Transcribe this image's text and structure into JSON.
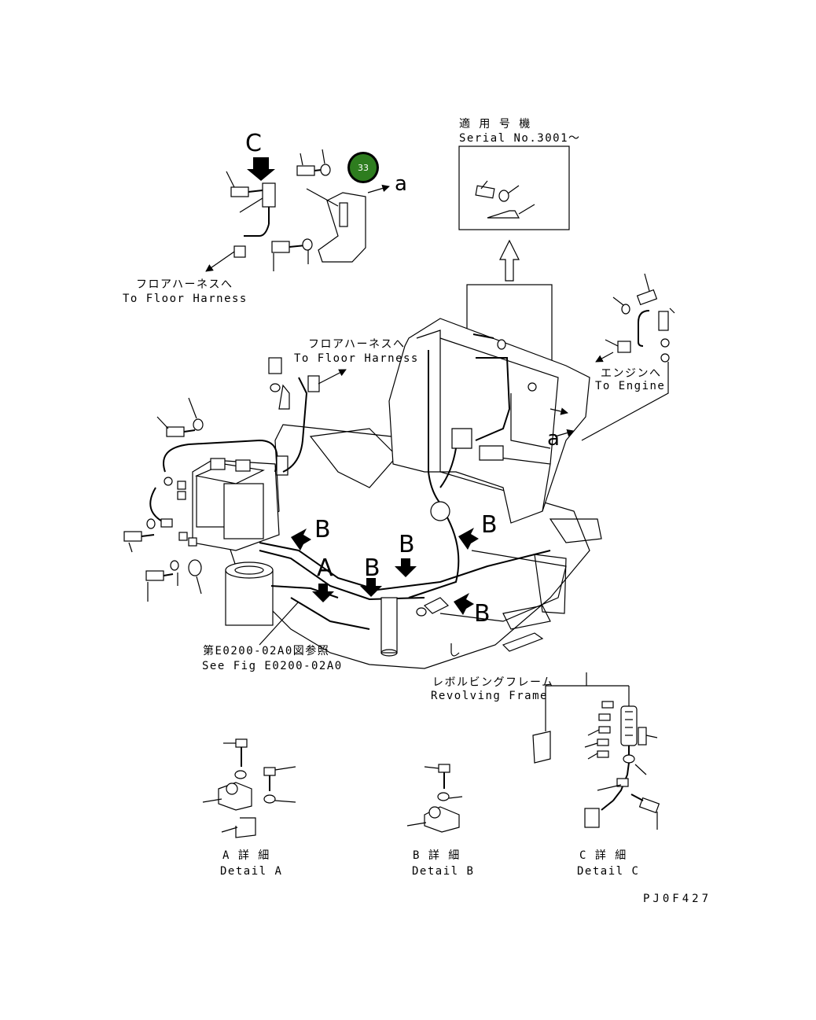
{
  "callout_badge": {
    "number": "33",
    "color": "#2e7d1f"
  },
  "serial_box": {
    "jp": "適 用 号 機",
    "en": "Serial No.3001〜"
  },
  "labels": {
    "to_floor_harness_top_jp": "フロアハーネスへ",
    "to_floor_harness_top_en": "To Floor Harness",
    "to_floor_harness_mid_jp": "フロアハーネスへ",
    "to_floor_harness_mid_en": "To Floor Harness",
    "to_engine_jp": "エンジンへ",
    "to_engine_en": "To Engine",
    "see_fig_jp": "第E0200-02A0図参照",
    "see_fig_en": "See Fig E0200-02A0",
    "revolving_frame_jp": "レボルビングフレーム",
    "revolving_frame_en": "Revolving Frame"
  },
  "view_letters": {
    "c": "C",
    "a_top": "a",
    "a_mid": "a",
    "b1": "B",
    "b2": "B",
    "b3": "B",
    "b4": "B",
    "b5": "B",
    "a_view": "A"
  },
  "details": {
    "a_jp": "A 詳 細",
    "a_en": "Detail A",
    "b_jp": "B 詳 細",
    "b_en": "Detail B",
    "c_jp": "C 詳 細",
    "c_en": "Detail C"
  },
  "figure_code": "PJ0F427"
}
